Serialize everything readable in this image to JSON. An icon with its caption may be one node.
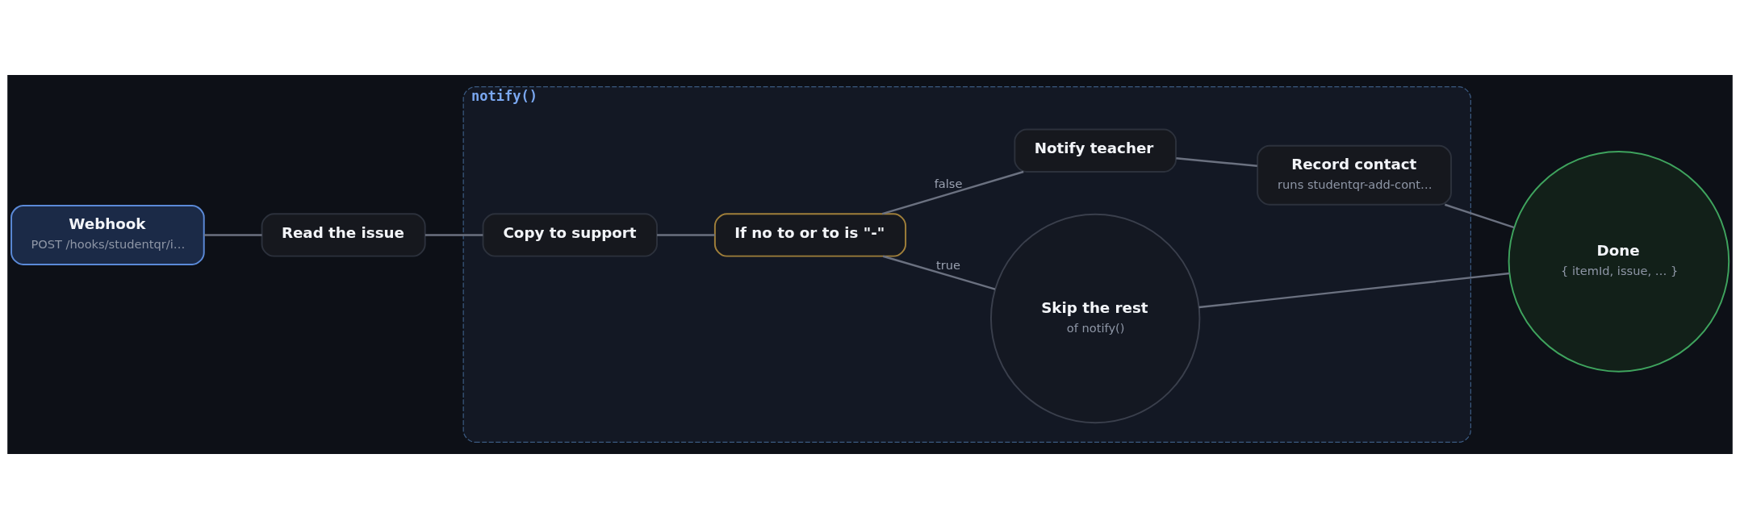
{
  "diagram": {
    "nodes": [
      {
        "text": [
          "Webhook",
          "POST /hooks/studentqr/i…"
        ]
      },
      {
        "text": [
          "Read the issue"
        ]
      },
      {
        "text": [
          "notify()"
        ]
      },
      {
        "text": [
          "Copy to support"
        ],
        "in": 2
      },
      {
        "text": [
          "If no to or to is \"-\""
        ],
        "in": 2
      },
      {
        "text": [
          "Notify teacher"
        ],
        "in": 2
      },
      {
        "text": [
          "Record contact",
          "runs studentqr-add-cont…"
        ],
        "in": 2
      },
      {
        "text": [
          "Skip the rest",
          "of notify()"
        ],
        "in": 2
      },
      {
        "text": [
          "Done",
          "{ itemId, issue, … }"
        ]
      }
    ],
    "edges": [
      {
        "from": 0,
        "to": 1,
        "arrow": "none"
      },
      {
        "from": 1,
        "to": 3,
        "arrow": "none"
      },
      {
        "from": 3,
        "to": 4,
        "arrow": "none"
      },
      {
        "from": 4,
        "to": 5,
        "arrow": "none",
        "label": "false"
      },
      {
        "from": 4,
        "to": 7,
        "arrow": "none",
        "label": "true"
      },
      {
        "from": 5,
        "to": 6,
        "arrow": "none"
      },
      {
        "from": 6,
        "to": 8,
        "arrow": "none"
      },
      {
        "from": 7,
        "to": 8,
        "arrow": "none"
      }
    ]
  }
}
